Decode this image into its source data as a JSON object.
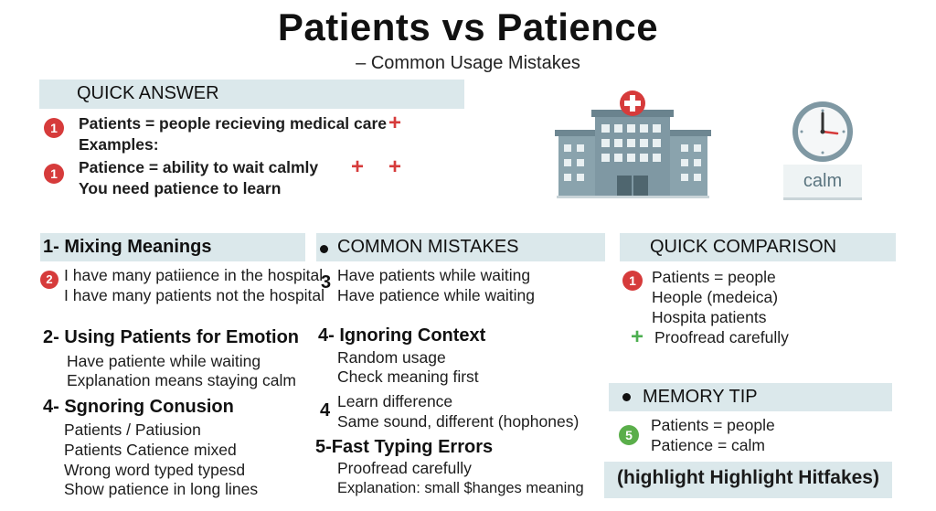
{
  "header": {
    "title": "Patients vs Patience",
    "subtitle": "– Common Usage Mistakes"
  },
  "quick_answer": {
    "heading": "QUICK ANSWER",
    "item1_badge": "1",
    "line1": "Patients = people recieving medical care",
    "line2": "Examples:",
    "item2_badge": "1",
    "line3": "Patience = ability to wait calmly",
    "line4": "You need patience to learn"
  },
  "illustration": {
    "sign_label": "calm"
  },
  "section_mixing": {
    "heading": "1- Mixing Meanings",
    "badge": "2",
    "line1": "I have many patiience in the hospital",
    "line2": "I have many patients not the hospital"
  },
  "section_common": {
    "heading": "COMMON MISTAKES",
    "num": "3",
    "line1": "Have patients while waiting",
    "line2": "Have patience while waiting"
  },
  "section_quick_comparison": {
    "heading": "QUICK COMPARISON",
    "badge": "1",
    "line1": "Patients = people",
    "line2": "Heople (medeica)",
    "line3": "Hospita patients",
    "line4": "Proofread carefully"
  },
  "section_emotion": {
    "heading": "2- Using Patients for Emotion",
    "line1": "Have patiente while waiting",
    "line2": "Explanation means staying calm"
  },
  "section_context": {
    "heading": "4- Ignoring Context",
    "line1": "Random usage",
    "line2": "Check meaning first",
    "num": "4",
    "line3": "Learn difference",
    "line4": "Same sound, different (hophones)"
  },
  "section_memory": {
    "heading": "MEMORY TIP",
    "badge": "5",
    "line1": "Patients = people",
    "line2": "Patience = calm"
  },
  "section_confusion": {
    "heading": "4- Sgnoring Conusion",
    "line1": "Patients / Patiusion",
    "line2": "Patients Catience mixed",
    "line3": "Wrong word typed typesd",
    "line4": "Show patience in long lines"
  },
  "section_typing": {
    "heading": "5-Fast Typing Errors",
    "line1": "Proofread carefully",
    "line2": "Explanation: small $hanges meaning"
  },
  "footer_band": {
    "text": "(highlight Highlight Hitfakes)"
  },
  "colors": {
    "band": "#dbe8eb",
    "red": "#d63b3b",
    "green": "#5aae4a",
    "building": "#7f98a3"
  }
}
